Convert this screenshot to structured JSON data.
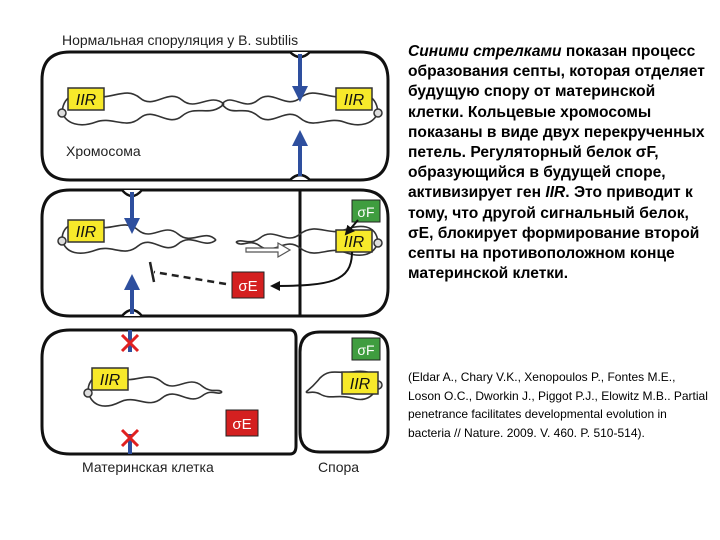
{
  "diagram": {
    "title": "Нормальная споруляция у B. subtilis",
    "chromosome_label": "Хромосома",
    "gene_label": "IIR",
    "sigma_f": "σF",
    "sigma_e": "σE",
    "mother_cell_label": "Материнская клетка",
    "spore_label": "Спора",
    "colors": {
      "septum_arrow": "#2e4f9e",
      "block_mark": "#e02020",
      "gene_box": "#f7e92a",
      "sigma_f_box": "#3f9d3f",
      "sigma_e_box": "#d42020",
      "cell_outline": "#111111"
    }
  },
  "description": {
    "lead_italic": "Синими стрелками",
    "part1": " показан процесс образования септы, которая отделяет будущую спору от материнской клетки. Кольцевые хромосомы показаны в виде двух перекрученных петель. Регуляторный белок σF, образующийся в будущей споре, активизирует ген ",
    "gene_italic": "IIR",
    "part2": ". Это приводит к тому, что другой сигнальный белок, σE, блокирует формирование второй септы на противоположном конце материнской клетки."
  },
  "reference": "(Eldar A., Chary V.K., Xenopoulos P., Fontes M.E., Loson O.C., Dworkin J., Piggot P.J., Elowitz M.B.. Partial penetrance facilitates developmental evolution in bacteria // Nature. 2009. V. 460. P. 510-514)."
}
